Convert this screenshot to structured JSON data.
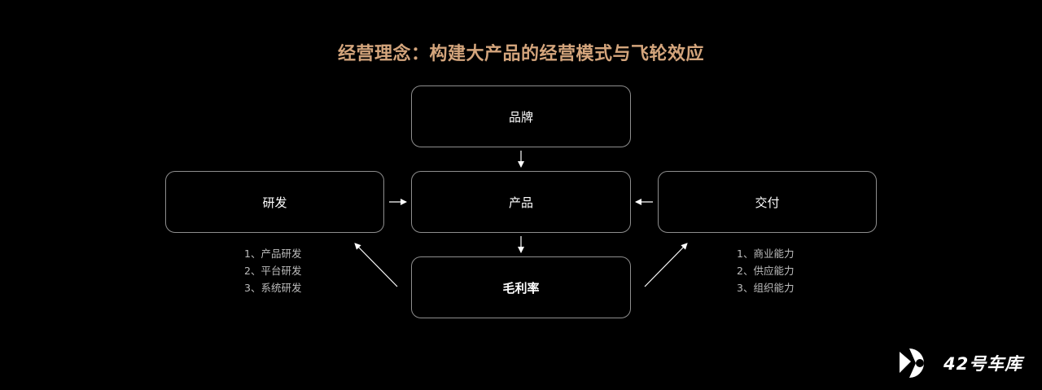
{
  "title": "经营理念：构建大产品的经营模式与飞轮效应",
  "nodes": {
    "brand": "品牌",
    "product": "产品",
    "rd": "研发",
    "delivery": "交付",
    "margin": "毛利率"
  },
  "rd_list": [
    "1、产品研发",
    "2、平台研发",
    "3、系统研发"
  ],
  "delivery_list": [
    "1、商业能力",
    "2、供应能力",
    "3、组织能力"
  ],
  "logo": {
    "text": "42号车库",
    "icon": "logo-mark-icon"
  },
  "colors": {
    "background": "#000000",
    "title": "#d4a57c",
    "border": "#8e8e8e",
    "text": "#ffffff",
    "list_text": "#bdbdbd"
  }
}
